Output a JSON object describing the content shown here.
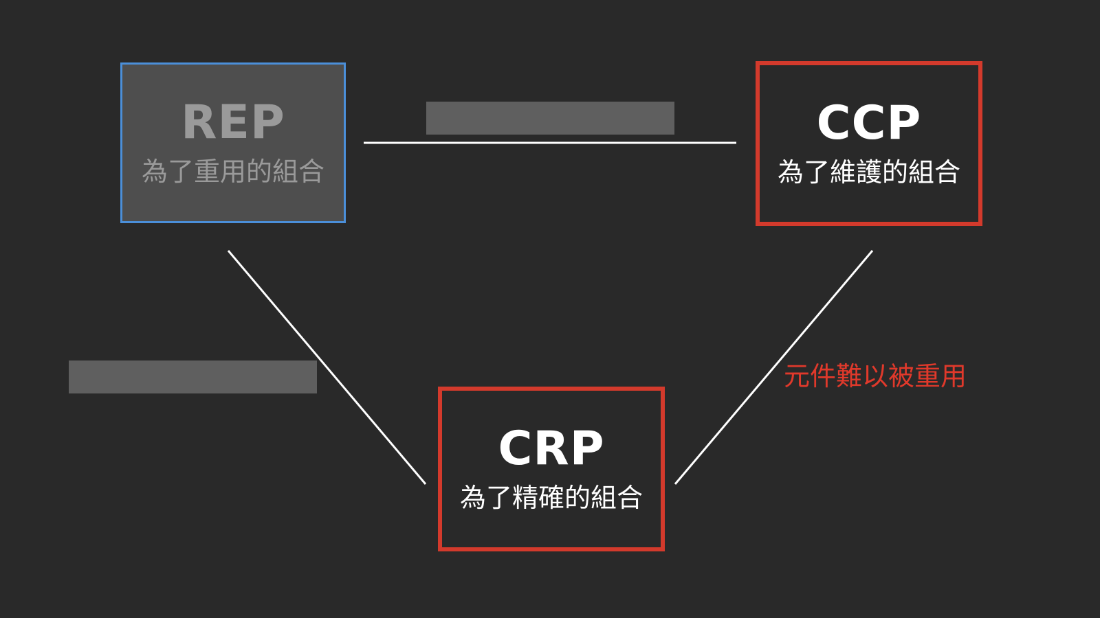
{
  "nodes": {
    "rep": {
      "acronym": "REP",
      "subtitle": "為了重用的組合"
    },
    "ccp": {
      "acronym": "CCP",
      "subtitle": "為了維護的組合"
    },
    "crp": {
      "acronym": "CRP",
      "subtitle": "為了精確的組合"
    }
  },
  "edges": {
    "ccp_crp_label": "元件難以被重用"
  },
  "colors": {
    "background": "#292929",
    "rep_border": "#4b8fd9",
    "active_border": "#d33a2c",
    "edge_label": "#e0392b",
    "redacted": "#5f5f5f"
  }
}
